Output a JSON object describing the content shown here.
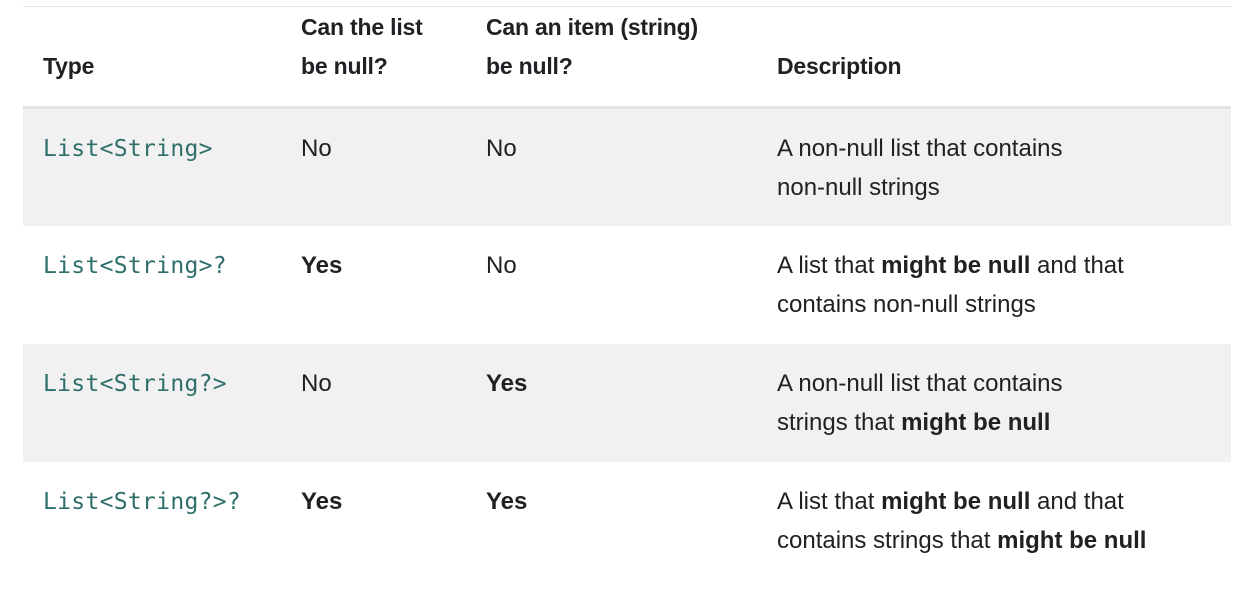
{
  "table": {
    "headers": {
      "type": "Type",
      "list_null": [
        "Can the list",
        "be null?"
      ],
      "item_null": [
        "Can an item (string)",
        "be null?"
      ],
      "description": "Description"
    },
    "rows": [
      {
        "type": "List<String>",
        "list_null": "No",
        "item_null": "No",
        "description": {
          "line1": [
            "A non-null list that contains"
          ],
          "line2": [
            "non-null strings"
          ]
        }
      },
      {
        "type": "List<String>?",
        "list_null": "Yes",
        "item_null": "No",
        "description": {
          "line1_pre": "A list that ",
          "line1_bold": "might be null",
          "line1_post": " and that",
          "line2": "contains non-null strings"
        }
      },
      {
        "type": "List<String?>",
        "list_null": "No",
        "item_null": "Yes",
        "description": {
          "line1": "A non-null list that contains",
          "line2_pre": "strings that ",
          "line2_bold": "might be null"
        }
      },
      {
        "type": "List<String?>?",
        "list_null": "Yes",
        "item_null": "Yes",
        "description": {
          "line1_pre": "A list that ",
          "line1_bold": "might be null",
          "line1_post": " and that",
          "line2_pre": "contains strings that ",
          "line2_bold": "might be null"
        }
      }
    ]
  }
}
